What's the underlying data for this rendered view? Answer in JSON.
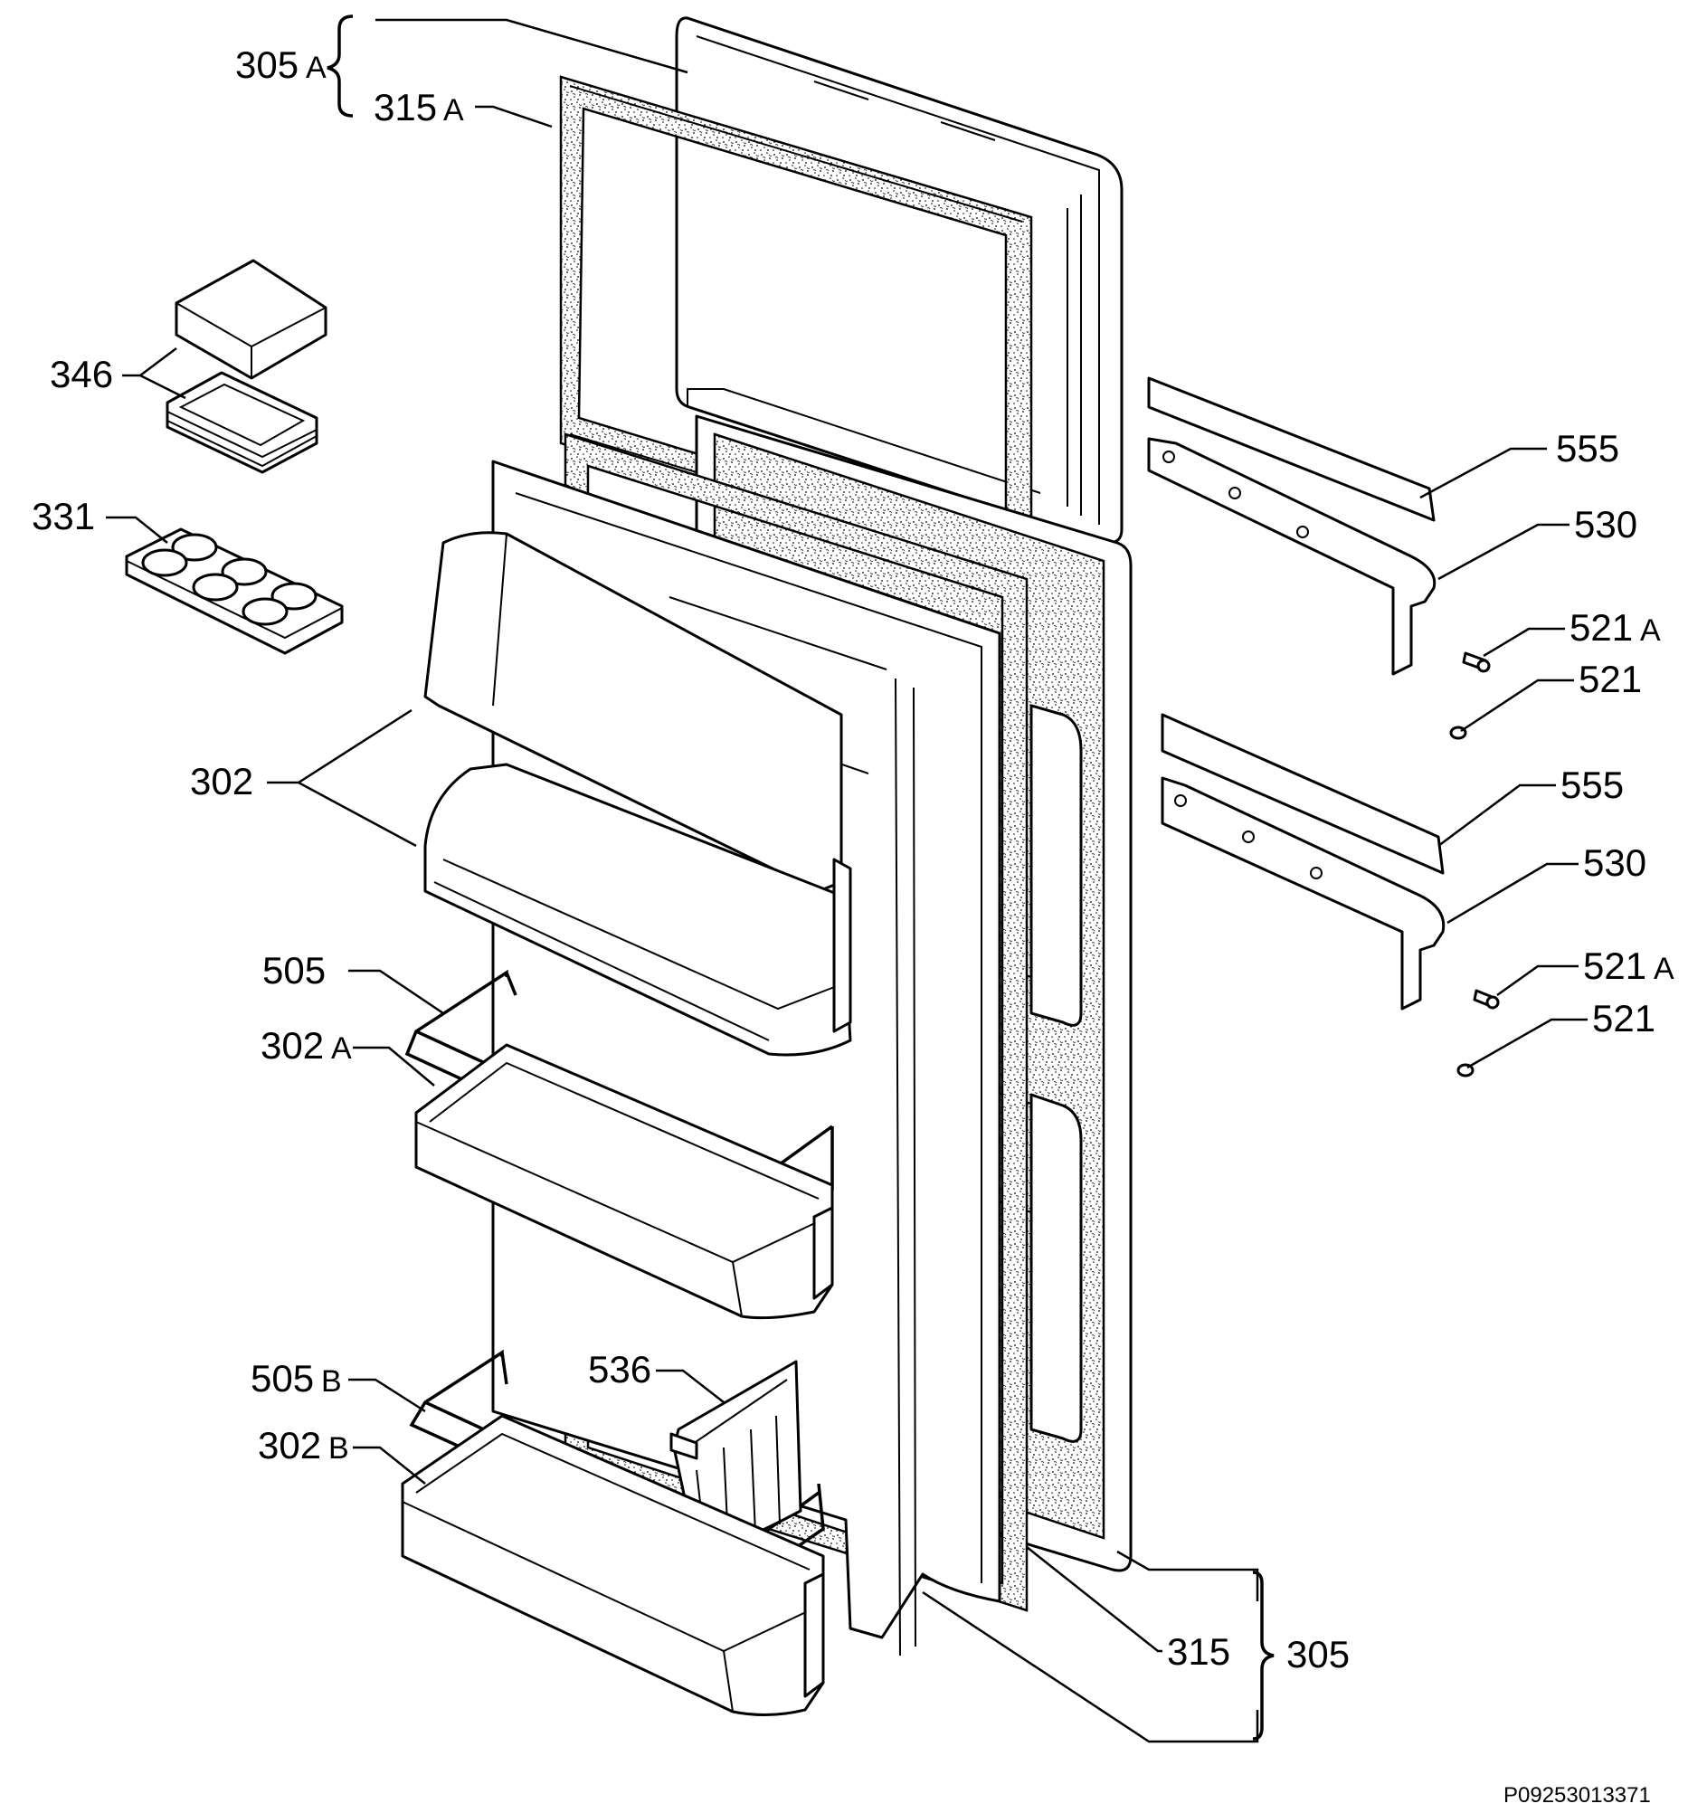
{
  "diagram": {
    "drawing_code": "P09253013371",
    "callouts": [
      {
        "id": "c-305a",
        "number": "305",
        "suffix": "A"
      },
      {
        "id": "c-315a",
        "number": "315",
        "suffix": "A"
      },
      {
        "id": "c-346",
        "number": "346",
        "suffix": ""
      },
      {
        "id": "c-331",
        "number": "331",
        "suffix": ""
      },
      {
        "id": "c-302",
        "number": "302",
        "suffix": ""
      },
      {
        "id": "c-505",
        "number": "505",
        "suffix": ""
      },
      {
        "id": "c-302a",
        "number": "302",
        "suffix": "A"
      },
      {
        "id": "c-505b",
        "number": "505",
        "suffix": "B"
      },
      {
        "id": "c-536",
        "number": "536",
        "suffix": ""
      },
      {
        "id": "c-302b",
        "number": "302",
        "suffix": "B"
      },
      {
        "id": "c-555-1",
        "number": "555",
        "suffix": ""
      },
      {
        "id": "c-530-1",
        "number": "530",
        "suffix": ""
      },
      {
        "id": "c-521a-1",
        "number": "521",
        "suffix": "A"
      },
      {
        "id": "c-521-1",
        "number": "521",
        "suffix": ""
      },
      {
        "id": "c-555-2",
        "number": "555",
        "suffix": ""
      },
      {
        "id": "c-530-2",
        "number": "530",
        "suffix": ""
      },
      {
        "id": "c-521a-2",
        "number": "521",
        "suffix": "A"
      },
      {
        "id": "c-521-2",
        "number": "521",
        "suffix": ""
      },
      {
        "id": "c-315",
        "number": "315",
        "suffix": ""
      },
      {
        "id": "c-305",
        "number": "305",
        "suffix": ""
      }
    ]
  }
}
